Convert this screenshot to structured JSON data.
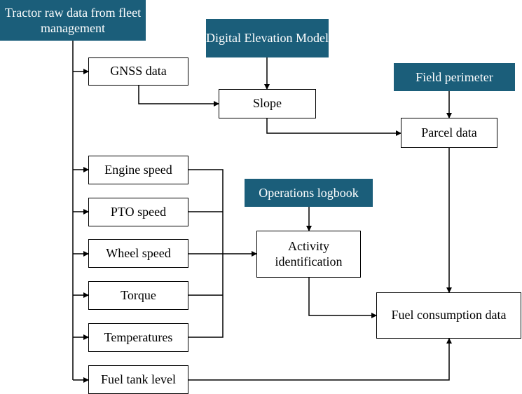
{
  "colors": {
    "source_fill": "#1b5e7a",
    "line": "#000000",
    "box_border": "#000000"
  },
  "sources": {
    "tractor": "Tractor raw data from fleet management",
    "dem": "Digital Elevation Model",
    "field": "Field perimeter",
    "logbook": "Operations logbook"
  },
  "nodes": {
    "gnss": "GNSS data",
    "slope": "Slope",
    "parcel": "Parcel data",
    "engine": "Engine speed",
    "pto": "PTO speed",
    "wheel": "Wheel speed",
    "torque": "Torque",
    "temps": "Temperatures",
    "fuel_tank": "Fuel tank level",
    "activity": "Activity identification",
    "fuel_cons": "Fuel consumption data"
  }
}
